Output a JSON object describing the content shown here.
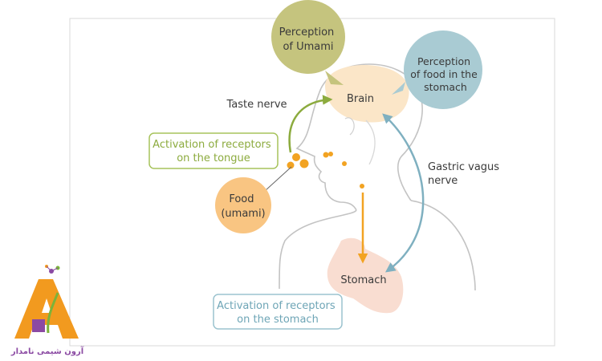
{
  "labels": {
    "perception_umami": [
      "Perception",
      "of Umami"
    ],
    "perception_stomach": [
      "Perception",
      "of food in the",
      "stomach"
    ],
    "brain": "Brain",
    "taste_nerve": "Taste nerve",
    "tongue_receptors": [
      "Activation of receptors",
      "on the tongue"
    ],
    "food": [
      "Food",
      "(umami)"
    ],
    "gastric_vagus": [
      "Gastric vagus",
      "nerve"
    ],
    "stomach": "Stomach",
    "stomach_receptors": [
      "Activation of receptors",
      "on the stomach"
    ]
  },
  "logo": {
    "text": "آرون شیمی نامدار",
    "letter": "A"
  },
  "colors": {
    "umami_circle": "#c5c47e",
    "stomach_circle": "#a9cbd3",
    "food_circle": "#f9c582",
    "green_accent": "#8cab3e",
    "blue_accent": "#7fb0c0",
    "orange_accent": "#f2a322",
    "brain_fill": "#fbe6c8",
    "stomach_fill": "#f9ddd1",
    "outline": "#c3c3c3",
    "logo_orange": "#f29a1f",
    "logo_purple": "#8b4aa3",
    "logo_green": "#7bb33a"
  }
}
